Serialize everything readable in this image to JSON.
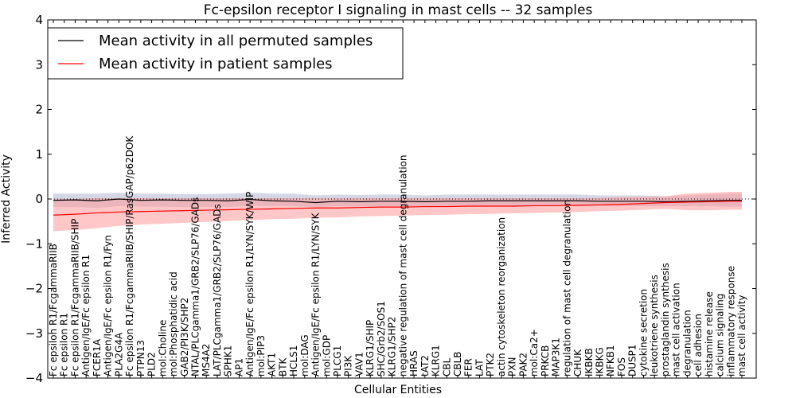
{
  "chart_data": {
    "type": "line",
    "title": "Fc-epsilon receptor I signaling in mast cells -- 32 samples",
    "xlabel": "Cellular Entities",
    "ylabel": "Inferred Activity",
    "ylim": [
      -4,
      4
    ],
    "yticks": [
      "−4",
      "−3",
      "−2",
      "−1",
      "0",
      "1",
      "2",
      "3",
      "4"
    ],
    "grid": false,
    "legend_position": "top-left",
    "categories": [
      "Fc epsilon R1/FcgammaRIIB",
      "Fc epsilon R1",
      "Fc epsilon R1/FcgammaRIIB/SHIP",
      "Antigen/IgE/Fc epsilon R1",
      "FCER1A",
      "Antigen/IgE/Fc epsilon R1/Fyn",
      "PLA2G4A",
      "Fc epsilon R1/FcgammaRIIB/SHIP/RasGAP/p62DOK",
      "PTPN13",
      "PLD2",
      "mol:Choline",
      "mol:Phosphatidic acid",
      "GAB2/PI3K/SHP2",
      "NTAL/PLCgamma1/GRB2/SLP76/GADs",
      "MS4A2",
      "LAT/PLCgamma1/GRB2/SLP76/GADs",
      "SPHK1",
      "AP1",
      "Antigen/IgE/Fc epsilon R1/LYN/SYK/WIP",
      "mol:PIP3",
      "AKT1",
      "BTK",
      "HCLS1",
      "mol:DAG",
      "Antigen/IgE/Fc epsilon R1/LYN/SYK",
      "mol:GDP",
      "PLCG1",
      "PI3K",
      "VAV1",
      "KLRG1/SHIP",
      "SHC/Grb2/SOS1",
      "KLRG1/SHP2",
      "negative regulation of mast cell degranulation",
      "HRAS",
      "tAT2",
      "KLRG1",
      "CBL",
      "CBLB",
      "FER",
      "LAT",
      "PTK2",
      "actin cytoskeleton reorganization",
      "PXN",
      "PAK2",
      "mol:Ca2+",
      "PRKCB",
      "MAP3K1",
      "regulation of mast cell degranulation",
      "CHUK",
      "IKBKB",
      "IKBKG",
      "NFKB1",
      "FOS",
      "DUSP1",
      "cytokine secretion",
      "leukotriene synthesis",
      "prostaglandin synthesis",
      "mast cell activation",
      "degranulation",
      "cell adhesion",
      "histamine release",
      "calcium signaling",
      "inflammatory response",
      "mast cell activity"
    ],
    "series": [
      {
        "name": "Mean activity in all permuted samples",
        "color": "#000000",
        "band_color": "#9fa8c8",
        "x": [
          0,
          2,
          4,
          6,
          8,
          10,
          12,
          14,
          16,
          18,
          20,
          22,
          24,
          26,
          28,
          30,
          32,
          34,
          36,
          38,
          40,
          42,
          44,
          46,
          48,
          50,
          52,
          54,
          56,
          58,
          60,
          62,
          63
        ],
        "values": [
          -0.03,
          -0.02,
          -0.04,
          0.0,
          -0.03,
          -0.02,
          -0.03,
          -0.03,
          -0.04,
          -0.01,
          -0.04,
          -0.05,
          -0.08,
          -0.05,
          -0.06,
          -0.05,
          -0.05,
          -0.06,
          -0.05,
          -0.05,
          -0.04,
          -0.04,
          -0.04,
          -0.04,
          -0.04,
          -0.05,
          -0.05,
          -0.05,
          -0.06,
          -0.05,
          -0.04,
          -0.03,
          -0.03
        ],
        "lower": [
          -0.18,
          -0.18,
          -0.2,
          -0.16,
          -0.17,
          -0.17,
          -0.18,
          -0.18,
          -0.18,
          -0.15,
          -0.16,
          -0.16,
          -0.18,
          -0.16,
          -0.17,
          -0.16,
          -0.16,
          -0.16,
          -0.16,
          -0.16,
          -0.16,
          -0.16,
          -0.16,
          -0.16,
          -0.16,
          -0.16,
          -0.16,
          -0.16,
          -0.16,
          -0.16,
          -0.16,
          -0.17,
          -0.17
        ],
        "upper": [
          0.12,
          0.12,
          0.12,
          0.14,
          0.12,
          0.12,
          0.11,
          0.11,
          0.12,
          0.14,
          0.12,
          0.12,
          0.08,
          0.1,
          0.09,
          0.1,
          0.1,
          0.08,
          0.1,
          0.1,
          0.1,
          0.1,
          0.1,
          0.1,
          0.1,
          0.08,
          0.08,
          0.08,
          0.06,
          0.08,
          0.1,
          0.12,
          0.12
        ]
      },
      {
        "name": "Mean activity in patient samples",
        "color": "#ff0000",
        "band_color": "#ff9999",
        "x": [
          0,
          2,
          4,
          6,
          8,
          10,
          12,
          14,
          16,
          18,
          20,
          22,
          24,
          26,
          28,
          30,
          32,
          34,
          36,
          38,
          40,
          42,
          44,
          46,
          48,
          50,
          52,
          54,
          56,
          58,
          60,
          62,
          63
        ],
        "values": [
          -0.36,
          -0.34,
          -0.31,
          -0.29,
          -0.28,
          -0.27,
          -0.26,
          -0.25,
          -0.24,
          -0.23,
          -0.22,
          -0.21,
          -0.2,
          -0.2,
          -0.19,
          -0.18,
          -0.18,
          -0.17,
          -0.17,
          -0.16,
          -0.16,
          -0.16,
          -0.15,
          -0.15,
          -0.14,
          -0.13,
          -0.12,
          -0.1,
          -0.08,
          -0.07,
          -0.06,
          -0.05,
          -0.05
        ],
        "lower": [
          -0.72,
          -0.69,
          -0.65,
          -0.6,
          -0.57,
          -0.55,
          -0.53,
          -0.51,
          -0.49,
          -0.47,
          -0.45,
          -0.44,
          -0.42,
          -0.41,
          -0.39,
          -0.38,
          -0.37,
          -0.36,
          -0.35,
          -0.34,
          -0.33,
          -0.32,
          -0.31,
          -0.3,
          -0.29,
          -0.27,
          -0.26,
          -0.24,
          -0.22,
          -0.25,
          -0.25,
          -0.24,
          -0.24
        ],
        "upper": [
          0.0,
          0.0,
          0.02,
          0.02,
          0.02,
          0.02,
          0.02,
          0.02,
          0.02,
          0.02,
          0.02,
          0.02,
          0.02,
          0.02,
          0.02,
          0.02,
          0.02,
          0.02,
          0.02,
          0.02,
          0.02,
          0.02,
          0.02,
          0.02,
          0.02,
          0.02,
          0.04,
          0.05,
          0.06,
          0.12,
          0.14,
          0.16,
          0.16
        ]
      }
    ]
  }
}
